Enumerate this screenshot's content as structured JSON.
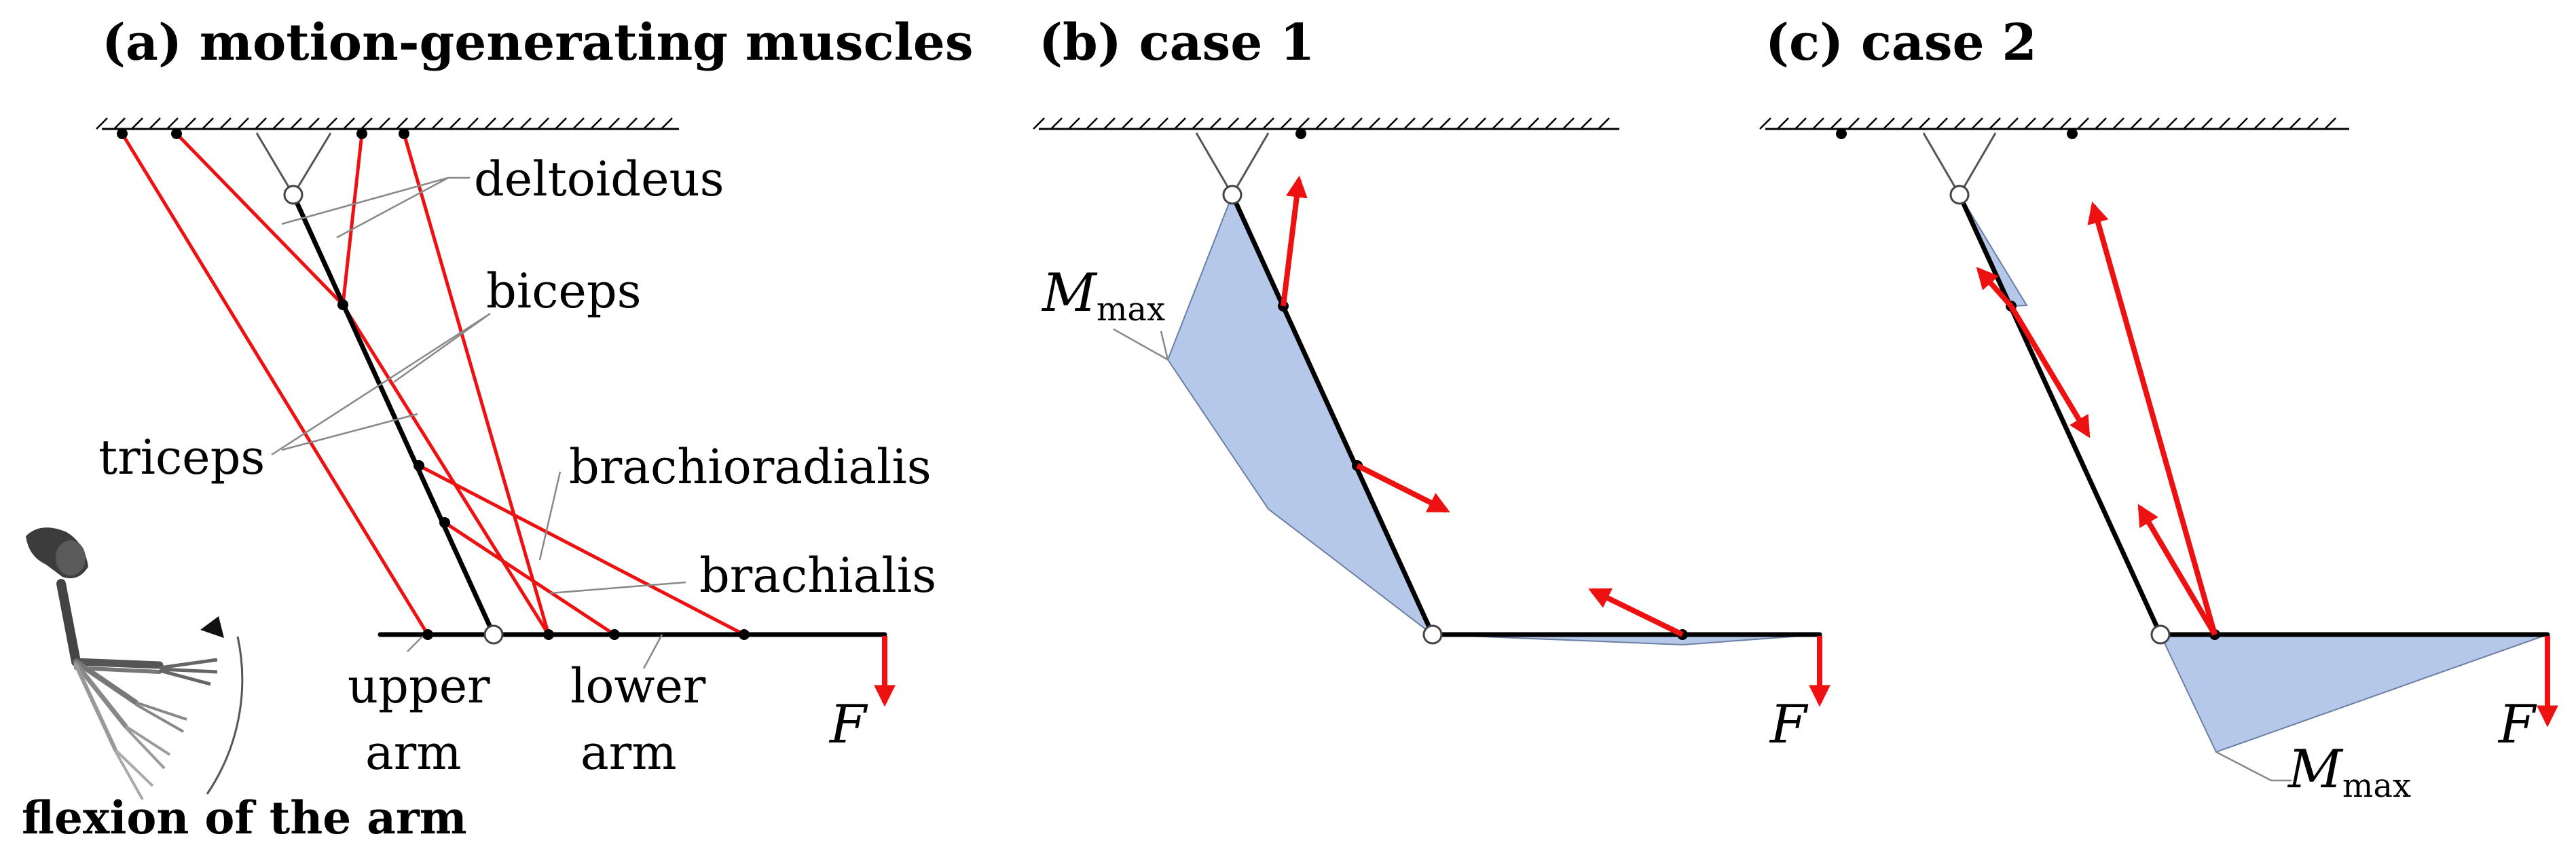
{
  "panels": {
    "a": {
      "title": "(a) motion-generating muscles",
      "labels": {
        "deltoideus": "deltoideus",
        "biceps": "biceps",
        "triceps": "triceps",
        "brachioradialis": "brachioradialis",
        "brachialis": "brachialis",
        "upper_arm_1": "upper",
        "upper_arm_2": "arm",
        "lower_arm_1": "lower",
        "lower_arm_2": "arm",
        "force": "F"
      },
      "caption": "flexion of the arm"
    },
    "b": {
      "title": "(b) case 1",
      "moment_label": "M",
      "moment_sub": "max",
      "force": "F"
    },
    "c": {
      "title": "(c) case 2",
      "moment_label": "M",
      "moment_sub": "max",
      "force": "F"
    }
  },
  "colors": {
    "muscle": "#ee1111",
    "moment_fill": "#b5c8ea",
    "bone": "#000000"
  },
  "icons": {
    "arm_illustration": "skeletal-arm-icon"
  }
}
